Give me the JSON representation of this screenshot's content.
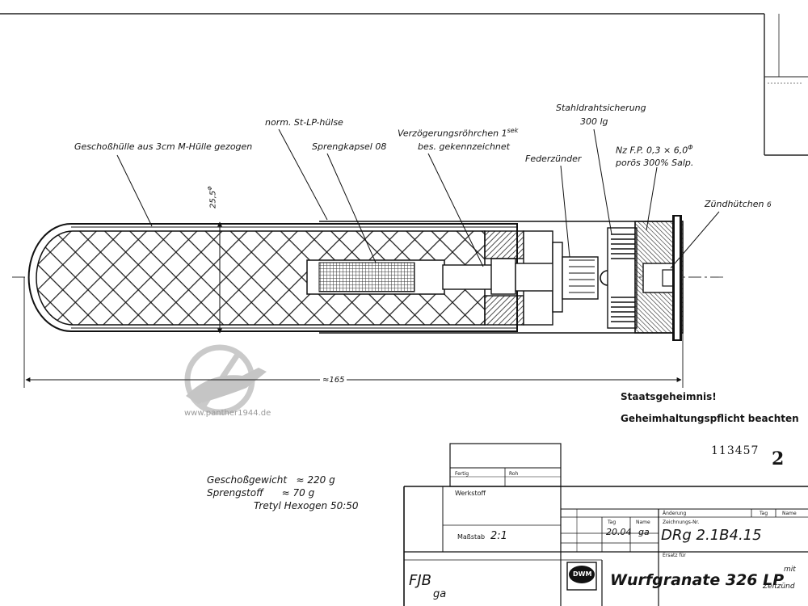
{
  "labels": {
    "casing": "Geschoßhülle aus 3cm M-Hülle gezogen",
    "sleeve": "norm. St-LP-hülse",
    "detonator": "Sprengkapsel 08",
    "delay_line1": "Verzögerungsröhrchen 1",
    "delay_sup": "sek",
    "delay_line2": "bes. gekennzeichnet",
    "fuze": "Federzünder",
    "safety_line1": "Stahldrahtsicherung",
    "safety_line2": "300 lg",
    "nz_line1": "Nz F.P. 0,3 × 6,0",
    "nz_sup": "Φ",
    "nz_line2": "porös 300% Salp.",
    "primer": "Zündhütchen",
    "primer_size": "6",
    "diameter": "25,5",
    "diameter_sup": "Φ",
    "length": "≈165"
  },
  "secret": {
    "line1": "Staatsgeheimnis!",
    "line2": "Geheimhaltungspflicht beachten"
  },
  "weights": {
    "line1": "Geschoßgewicht   ≈ 220 g",
    "line2": "Sprengstoff      ≈ 70 g",
    "line3": "Tretyl Hexogen 50:50"
  },
  "watermark": "www.panther1944.de",
  "drawing_id": "113457",
  "sheet_no": "2",
  "title_block": {
    "material_label": "Werkstoff",
    "scale_label": "Maßstab",
    "scale_value": "2:1",
    "date_value": "20.04",
    "initials": "ga",
    "drawing_number": "DRg 2.1B4.15",
    "title": "Wurfgranate 326 LP",
    "title_sup": "mit",
    "title_sub": "Zeitzünd",
    "maker_stamp": "FJB",
    "maker_initials": "ga",
    "company": "DWM",
    "aenderung": "Änderung",
    "tag": "Tag",
    "name": "Name",
    "zeichnungs_nr": "Zeichnungs-Nr.",
    "ersatz": "Ersatz für",
    "fertig": "Fertig",
    "roh": "Roh",
    "tag_small": "Tag",
    "name_small": "Name"
  }
}
